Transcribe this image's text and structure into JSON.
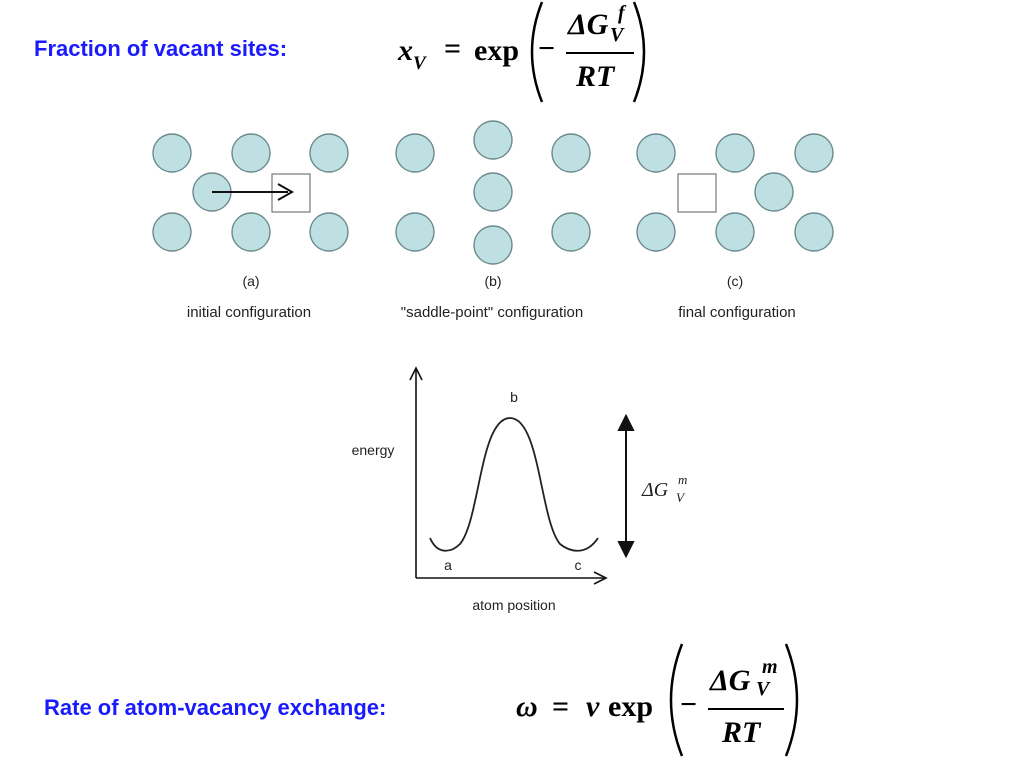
{
  "top": {
    "label": "Fraction of vacant sites:",
    "eq_var": "x",
    "eq_var_sub": "V",
    "eq_eq": "=",
    "eq_exp": "exp",
    "eq_minus": "−",
    "num_delta": "ΔG",
    "num_sup": "f",
    "num_sub": "V",
    "den": "RT"
  },
  "configs": {
    "a_letter": "(a)",
    "a_caption": "initial configuration",
    "b_letter": "(b)",
    "b_caption": "\"saddle-point\" configuration",
    "c_letter": "(c)",
    "c_caption": "final configuration",
    "atom_color": "#bfe0e3",
    "atom_stroke": "#6a8a8c"
  },
  "energy_plot": {
    "y_label": "energy",
    "x_label": "atom position",
    "peak_label": "b",
    "left_label": "a",
    "right_label": "c",
    "barrier_delta": "ΔG",
    "barrier_sup": "m",
    "barrier_sub": "V"
  },
  "bottom": {
    "label": "Rate of atom-vacancy exchange:",
    "eq_omega": "ω",
    "eq_eq": "=",
    "eq_nu": "ν",
    "eq_exp": "exp",
    "eq_minus": "−",
    "num_delta": "ΔG",
    "num_sup": "m",
    "num_sub": "V",
    "den": "RT"
  }
}
